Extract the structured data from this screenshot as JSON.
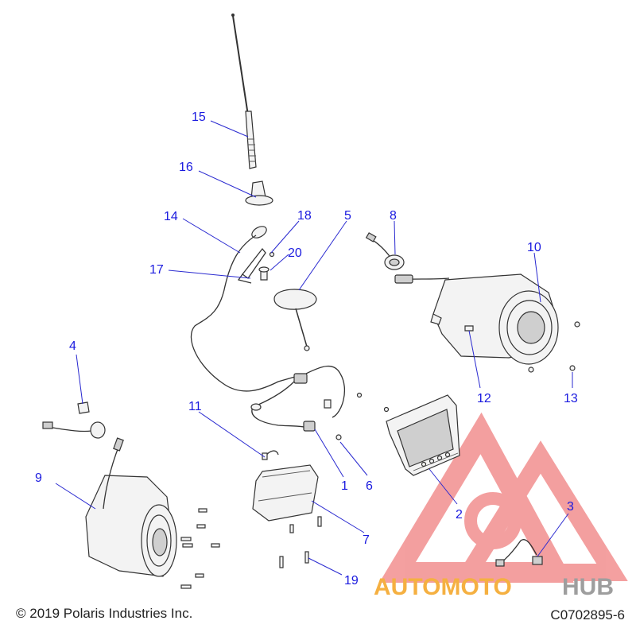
{
  "callouts": [
    {
      "id": "1",
      "label": "1"
    },
    {
      "id": "2",
      "label": "2"
    },
    {
      "id": "3",
      "label": "3"
    },
    {
      "id": "4",
      "label": "4"
    },
    {
      "id": "5",
      "label": "5"
    },
    {
      "id": "6",
      "label": "6"
    },
    {
      "id": "7",
      "label": "7"
    },
    {
      "id": "8",
      "label": "8"
    },
    {
      "id": "9",
      "label": "9"
    },
    {
      "id": "10",
      "label": "10"
    },
    {
      "id": "11",
      "label": "11"
    },
    {
      "id": "12",
      "label": "12"
    },
    {
      "id": "13",
      "label": "13"
    },
    {
      "id": "14",
      "label": "14"
    },
    {
      "id": "15",
      "label": "15"
    },
    {
      "id": "16",
      "label": "16"
    },
    {
      "id": "17",
      "label": "17"
    },
    {
      "id": "18",
      "label": "18"
    },
    {
      "id": "19",
      "label": "19"
    },
    {
      "id": "20",
      "label": "20"
    }
  ],
  "footer": {
    "copyright": "© 2019 Polaris Industries Inc.",
    "diagram_code": "C0702895-6"
  },
  "watermark": {
    "text_part1": "AUTOMOTO",
    "text_part2": "HUB",
    "color_primary": "#f08080",
    "color_accent": "#f5b041",
    "color_gray": "#9e9e9e"
  },
  "colors": {
    "callout": "#1a1adf",
    "line_art": "#333333"
  }
}
